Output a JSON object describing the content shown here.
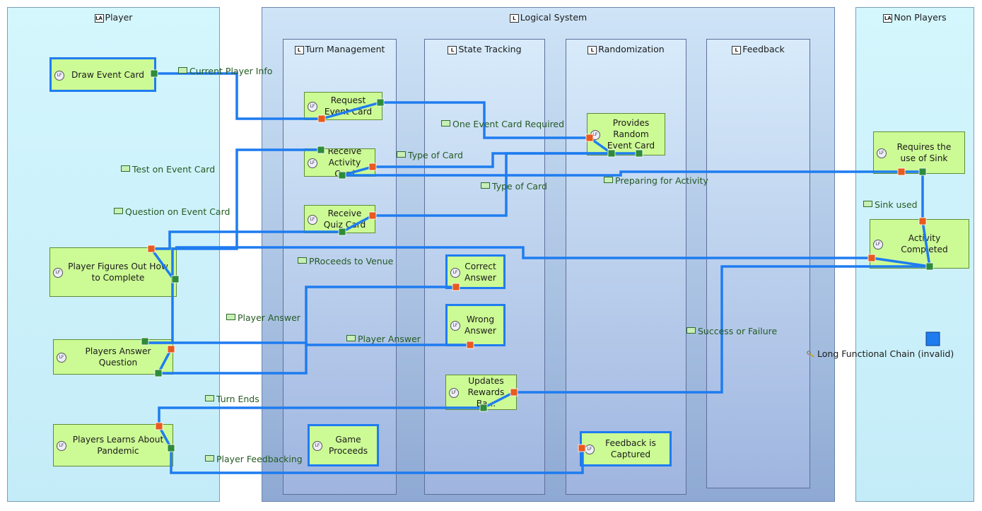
{
  "containers": {
    "player": {
      "label": "Player",
      "tag": "LA"
    },
    "logical_system": {
      "label": "Logical System",
      "tag": "L"
    },
    "turn_management": {
      "label": "Turn Management",
      "tag": "L"
    },
    "state_tracking": {
      "label": "State Tracking",
      "tag": "L"
    },
    "randomization": {
      "label": "Randomization",
      "tag": "L"
    },
    "feedback": {
      "label": "Feedback",
      "tag": "L"
    },
    "non_players": {
      "label": "Non Players",
      "tag": "LA"
    }
  },
  "functions": {
    "draw_event_card": "Draw Event Card",
    "player_figures_out": "Player Figures Out How to Complete",
    "players_answer_question": "Players Answer Question",
    "players_learns": "Players Learns About Pandemic",
    "request_event_card": "Request Event Card",
    "receive_activity_card": "Receive Activity Card",
    "receive_quiz_card": "Receive Quiz Card",
    "game_proceeds": "Game Proceeds",
    "correct_answer": "Correct Answer",
    "wrong_answer": "Wrong Answer",
    "updates_rewards": "Updates Rewards Ba...",
    "provides_random": "Provides Random Event Card",
    "feedback_captured": "Feedback is Captured",
    "requires_sink": "Requires the use of Sink",
    "activity_completed": "Activity Completed",
    "icon_text": "LF"
  },
  "exchanges": {
    "current_player_info": "Current Player Info",
    "one_event_card": "One Event Card Required",
    "type_of_card_1": "Type of Card",
    "type_of_card_2": "Type of Card",
    "test_on_event_card": "Test on Event Card",
    "question_on_event_card": "Question on Event Card",
    "preparing_for_activity": "Preparing for Activity",
    "sink_used": "Sink used",
    "proceeds_to_venue": "PRoceeds to Venue",
    "player_answer_1": "Player Answer",
    "player_answer_2": "Player Answer",
    "success_or_failure": "Success or Failure",
    "turn_ends": "Turn Ends",
    "player_feedbacking": "Player Feedbacking"
  },
  "chain": {
    "label": "Long Functional Chain (invalid)"
  },
  "colors": {
    "highlight": "#1f7cf0",
    "function_fill": "#ccfa95",
    "port_in": "#e85a1e",
    "port_out": "#2e8b3a"
  }
}
